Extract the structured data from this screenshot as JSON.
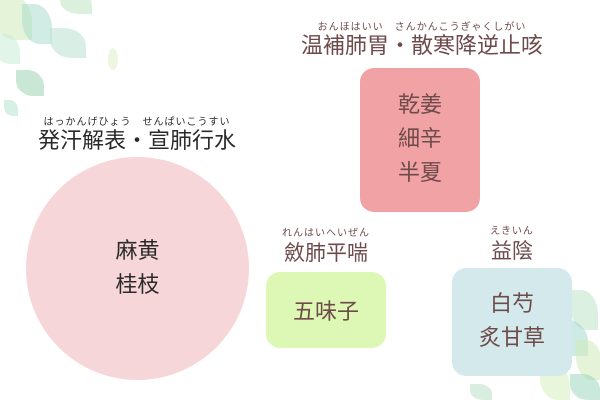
{
  "colors": {
    "text_dark": "#2a2a2a",
    "text_brown": "#6e4a4a",
    "circle_fill": "#f6d6d8",
    "red_box_fill": "#f0a2a4",
    "green_box_fill": "#dcf8b4",
    "blue_box_fill": "#d4e9ec"
  },
  "groups": [
    {
      "ruby": "はっかんげひょう　せんぱいこうすい",
      "title": "発汗解表・宣肺行水",
      "shape": "circle",
      "herbs": [
        "麻黄",
        "桂枝"
      ]
    },
    {
      "ruby": "おんほはいい　さんかんこうぎゃくしがい",
      "title": "温補肺胃・散寒降逆止咳",
      "shape": "rounded-box",
      "herbs": [
        "乾姜",
        "細辛",
        "半夏"
      ]
    },
    {
      "ruby": "れんはいへいぜん",
      "title": "斂肺平喘",
      "shape": "rounded-box",
      "herbs": [
        "五味子"
      ]
    },
    {
      "ruby": "えきいん",
      "title": "益陰",
      "shape": "rounded-box",
      "herbs": [
        "白芍",
        "炙甘草"
      ]
    }
  ],
  "decorations": {
    "top_left": "leaf-cluster",
    "bottom_right": "leaf-cluster"
  }
}
